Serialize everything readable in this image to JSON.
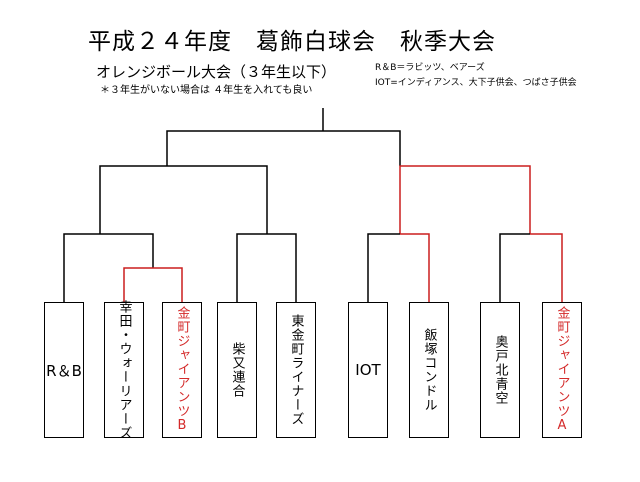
{
  "header": {
    "title": "平成２４年度　葛飾白球会　秋季大会",
    "subtitle": "オレンジボール大会（３年生以下）",
    "note": "＊３年生がいない場合は ４年生を入れても良い"
  },
  "legend": {
    "line1": "R＆B＝ラビッツ、ベアーズ",
    "line2": "IOT=インディアンス、大下子供会、つばさ子供会"
  },
  "colors": {
    "winner_line": "#cc1f1f",
    "line": "#000000",
    "winner_text": "#d42a2a"
  },
  "teams": [
    {
      "name": "R＆B",
      "highlight": false
    },
    {
      "name": "幸田・ウォーリアーズ",
      "highlight": false
    },
    {
      "name": "金町ジャイアンツB",
      "highlight": true
    },
    {
      "name": "柴又連合",
      "highlight": false
    },
    {
      "name": "東金町ライナーズ",
      "highlight": false
    },
    {
      "name": "IOT",
      "highlight": false
    },
    {
      "name": "飯塚コンドル",
      "highlight": false
    },
    {
      "name": "奥戸北青空",
      "highlight": false
    },
    {
      "name": "金町ジャイアンツA",
      "highlight": true
    }
  ]
}
